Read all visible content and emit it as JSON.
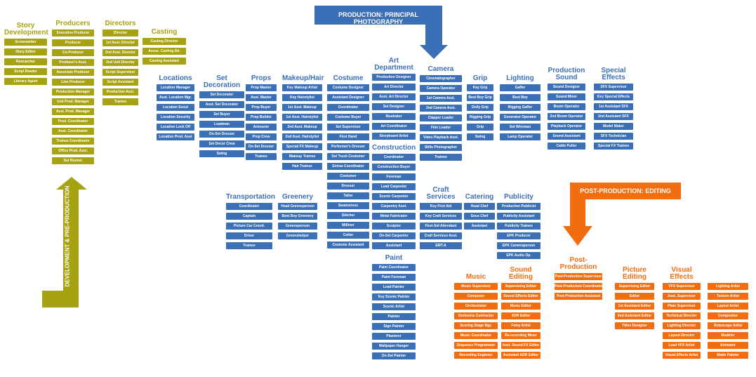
{
  "banners": {
    "production": "PRODUCTION: PRINCIPAL PHOTOGRAPHY",
    "post_production": "POST-PRODUCTION: EDITING",
    "development": "DEVELOPMENT & PRE-PRODUCTION"
  },
  "colors": {
    "olive": "#a6a211",
    "blue": "#3b6fb6",
    "orange": "#f26d0f"
  },
  "columns": [
    {
      "id": "story-development",
      "phase": "olive",
      "title": "Story\nDevelopment",
      "items": [
        "Screenwriter",
        "Story Editor",
        "Researcher",
        "Script Reader",
        "Literary Agent"
      ]
    },
    {
      "id": "producers",
      "phase": "olive",
      "title": "Producers",
      "items": [
        "Executive Producer",
        "Producer",
        "Co-Producer",
        "Producer's Asst.",
        "Associate Producer",
        "Line Producer",
        "Production Manager",
        "Unit Prod. Manager",
        "Asst. Prod. Manager",
        "Prod. Coordinator",
        "Asst. Coordinator",
        "Trainee Coordinator",
        "Office Prod. Asst.",
        "Set Runner"
      ]
    },
    {
      "id": "directors",
      "phase": "olive",
      "title": "Directors",
      "items": [
        "Director",
        "1st Asst. Director",
        "2nd Asst. Director",
        "2nd Unit Director",
        "Script Supervisor",
        "Script Assistant",
        "Production Asst.",
        "Trainee"
      ]
    },
    {
      "id": "casting",
      "phase": "olive",
      "title": "Casting",
      "items": [
        "Casting Director",
        "Assoc. Casting Dir.",
        "Casting Assistant"
      ]
    },
    {
      "id": "locations",
      "phase": "blue",
      "title": "Locations",
      "items": [
        "Location Manager",
        "Asst. Location Mgr.",
        "Location Scout",
        "Location Security",
        "Location Lock Off",
        "Location Prod. Asst"
      ]
    },
    {
      "id": "set-decoration",
      "phase": "blue",
      "title": "Set Decoration",
      "items": [
        "Set Decorator",
        "Asst. Set Decorator",
        "Set Buyer",
        "Leadman",
        "On-Set Dresser",
        "Set Decor Crew",
        "Swing"
      ]
    },
    {
      "id": "props",
      "phase": "blue",
      "title": "Props",
      "items": [
        "Prop Master",
        "Asst. Master",
        "Prop Buyer",
        "Prop Builder",
        "Armourer",
        "Prop Crew",
        "On-Set Dresser",
        "Trainee"
      ]
    },
    {
      "id": "makeup-hair",
      "phase": "blue",
      "title": "Makeup/Hair",
      "items": [
        "Key Makeup Artist",
        "Key Hairstylist",
        "1st Asst. Makeup",
        "1st Asst. Hairstylist",
        "2nd Asst. Makeup",
        "2nd Asst. Hairstylist",
        "Special FX Makeup",
        "Makeup Trainee",
        "Hair Trainee"
      ]
    },
    {
      "id": "costume",
      "phase": "blue",
      "title": "Costume",
      "items": [
        "Costume Designer",
        "Assistant Designer",
        "Coordinator",
        "Costume Buyer",
        "Set Supervisor",
        "First Hand",
        "Performer's Dresser",
        "Set Truck Costumer",
        "Extras Coordinator",
        "Costumer",
        "Dresser",
        "Tailor",
        "Seamstress",
        "Stitcher",
        "Milliner",
        "Cutter",
        "Costume Assistant"
      ]
    },
    {
      "id": "art-department",
      "phase": "blue",
      "title": "Art\nDepartment",
      "items": [
        "Production Designer",
        "Art Director",
        "Asst. Art Director",
        "Set Designer",
        "Illustrator",
        "Art Coordinator",
        "Storyboard Artist"
      ]
    },
    {
      "id": "construction",
      "phase": "blue",
      "title": "Construction",
      "items": [
        "Coordinator",
        "Construction Buyer",
        "Foreman",
        "Lead Carpenter",
        "Scenic Carpenter",
        "Carpentry Asst.",
        "Metal Fabricator",
        "Sculptor",
        "On-Set Carpenter",
        "Assistant"
      ]
    },
    {
      "id": "paint",
      "phase": "blue",
      "title": "Paint",
      "items": [
        "Paint Coordinator",
        "Paint Foreman",
        "Lead Painter",
        "Key Scenic Painter",
        "Scenic Artist",
        "Painter",
        "Sign Painter",
        "Plasterer",
        "Wallpaper Hanger",
        "On-Set Painter"
      ]
    },
    {
      "id": "camera",
      "phase": "blue",
      "title": "Camera",
      "items": [
        "Cinematographer",
        "Camera Operator",
        "1st Camera Asst.",
        "2nd Camera Asst.",
        "Clapper Loader",
        "Film Loader",
        "Video Playback Asst.",
        "Stills Photographer",
        "Trainee"
      ]
    },
    {
      "id": "grip",
      "phase": "blue",
      "title": "Grip",
      "items": [
        "Key Grip",
        "Best Boy Grip",
        "Dolly Grip",
        "Rigging Grip",
        "Grip",
        "Swing"
      ]
    },
    {
      "id": "lighting",
      "phase": "blue",
      "title": "Lighting",
      "items": [
        "Gaffer",
        "Best Boy",
        "Rigging Gaffer",
        "Generator Operator",
        "Set Wireman",
        "Lamp Operator"
      ]
    },
    {
      "id": "production-sound",
      "phase": "blue",
      "title": "Production\nSound",
      "items": [
        "Sound Designer",
        "Sound Mixer",
        "Boom Operator",
        "2nd Boom Operator",
        "Playback Operator",
        "Sound Assistant",
        "Cable Puller"
      ]
    },
    {
      "id": "special-effects",
      "phase": "blue",
      "title": "Special\nEffects",
      "items": [
        "SFX Supervisor",
        "Key Special Effects",
        "1st Assistant SFX",
        "2nd Assistant SFX",
        "Model Maker",
        "SFX Technician",
        "Special FX Trainee"
      ]
    },
    {
      "id": "transportation",
      "phase": "blue",
      "title": "Transportation",
      "items": [
        "Coordinator",
        "Captain",
        "Picture Car Coord.",
        "Driver",
        "Trainee"
      ]
    },
    {
      "id": "greenery",
      "phase": "blue",
      "title": "Greenery",
      "items": [
        "Head Greensperson",
        "Best Boy Greenery",
        "Greensperson",
        "Greenshelper"
      ]
    },
    {
      "id": "craft-services",
      "phase": "blue",
      "title": "Craft\nServices",
      "items": [
        "Key First Aid",
        "Key Craft Services",
        "First Aid Attendant",
        "Craft Services Asst.",
        "EMT-A"
      ]
    },
    {
      "id": "catering",
      "phase": "blue",
      "title": "Catering",
      "items": [
        "Head Chef",
        "Sous Chef",
        "Assistant"
      ]
    },
    {
      "id": "publicity",
      "phase": "blue",
      "title": "Publicity",
      "items": [
        "Production Publicist",
        "Publicity Assistant",
        "Publicity Trainee",
        "EPK Producer",
        "EPK Cameraperson",
        "EPK Audio Op."
      ]
    },
    {
      "id": "post-production",
      "phase": "orange",
      "title": "Post-\nProduction",
      "items": [
        "Post-Production Supervisor",
        "Post-Production Coordinator",
        "Post-Production Assistant"
      ]
    },
    {
      "id": "music",
      "phase": "orange",
      "title": "Music",
      "items": [
        "Music Supervisor",
        "Composer",
        "Orchestrator",
        "Orchestra Contractor",
        "Scoring Stage Mgr.",
        "Music Coordinator",
        "Sequence Programmer",
        "Recording Engineer"
      ]
    },
    {
      "id": "sound-editing",
      "phase": "orange",
      "title": "Sound\nEditing",
      "items": [
        "Supervising Editor",
        "Sound Effects Editor",
        "Music Editor",
        "ADR Editor",
        "Foley Artist",
        "Re-recording Mixer",
        "Asst. Sound FX Editor",
        "Assistant ADR Editor"
      ]
    },
    {
      "id": "picture-editing",
      "phase": "orange",
      "title": "Picture\nEditing",
      "items": [
        "Supervising Editor",
        "Editor",
        "1st Assistant Editor",
        "2nd Assistant Editor",
        "Titles Designer"
      ]
    },
    {
      "id": "visual-effects",
      "phase": "orange",
      "title": "Visual\nEffects",
      "items": [
        "VFX Supervisor",
        "Asst. Supervisor",
        "Plate Supervisor",
        "Technical Director",
        "Lighting Director",
        "Layout Director",
        "Lead VFX Artist",
        "Visual Effects Artist"
      ]
    },
    {
      "id": "visual-effects-2",
      "phase": "orange",
      "title": "",
      "items": [
        "Lighting Artist",
        "Texture Artist",
        "Layout Artist",
        "Compositor",
        "Rotoscope Artist",
        "Modeler",
        "Animator",
        "Matte Painter"
      ]
    }
  ]
}
